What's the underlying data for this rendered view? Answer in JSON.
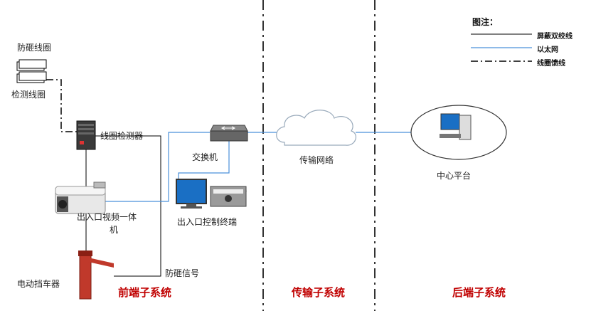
{
  "labels": {
    "anti_smash_coil": "防砸线圈",
    "detect_coil": "检测线圈",
    "coil_detector": "线圈检测器",
    "switch": "交换机",
    "network": "传输网络",
    "center_platform": "中心平台",
    "camera_line1": "出入口视频一体",
    "camera_line2": "机",
    "control_terminal": "出入口控制终端",
    "barrier_gate": "电动挡车器",
    "anti_smash_signal": "防砸信号"
  },
  "sections": {
    "front": "前端子系统",
    "transmission": "传输子系统",
    "back": "后端子系统"
  },
  "legend": {
    "title": "图注：",
    "items": [
      {
        "label": "屏蔽双绞线",
        "style": "solid-black"
      },
      {
        "label": "以太网",
        "style": "solid-blue"
      },
      {
        "label": "线圈馈线",
        "style": "dash-dot-black"
      }
    ]
  },
  "colors": {
    "front_section": "#c00000",
    "other_sections": "#c00000",
    "ethernet": "#4a90d9",
    "cable": "#000000",
    "gate_red": "#c0392b"
  }
}
